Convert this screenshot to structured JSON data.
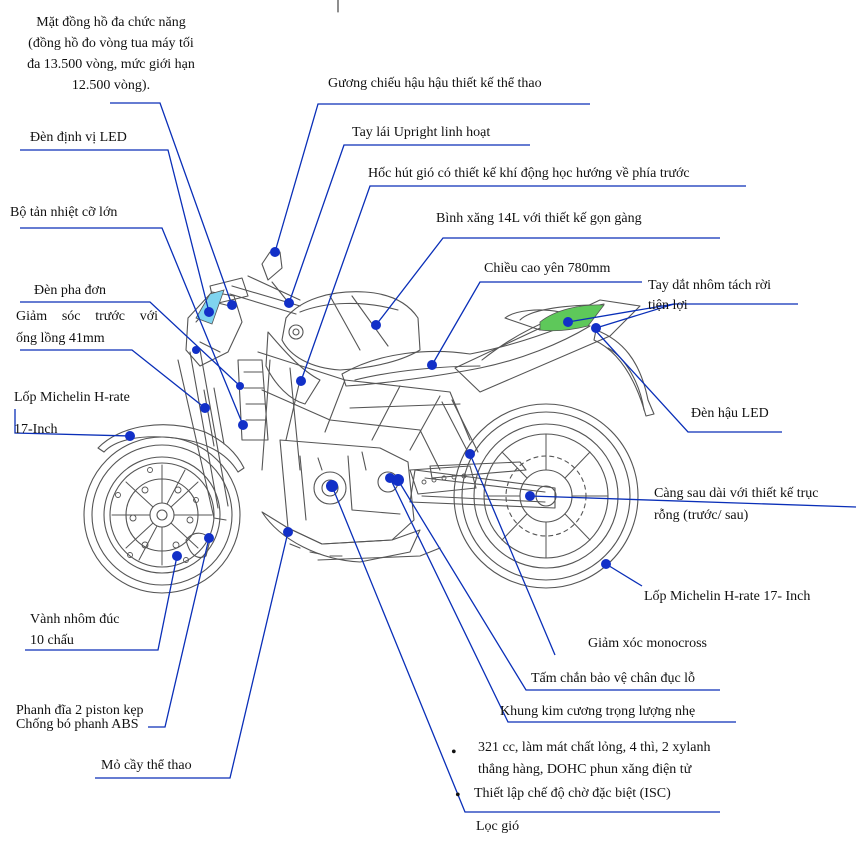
{
  "colors": {
    "leader": "#0a2fb8",
    "dot": "#1230c8",
    "ink": "#555555",
    "accent": "#5ec85a",
    "accent2": "#7fd4ef"
  },
  "labels": {
    "dash": "Mặt đồng hồ đa chức năng (đồng hồ đo vòng tua máy tối đa 13.500 vòng, mức giới hạn 12.500 vòng).",
    "dash_lines": [
      "Mặt đồng hồ đa chức năng",
      "(đồng hồ đo vòng tua máy tối",
      "đa 13.500 vòng, mức giới hạn",
      "12.500 vòng)."
    ],
    "mirror": "Gương chiếu hậu hậu thiết kế thể thao",
    "handlebar": "Tay lái Upright linh hoạt",
    "intake": "Hốc hút gió có thiết kế khí động học hướng về phía trước",
    "tank": "Bình xăng 14L với thiết kế gọn gàng",
    "seat": "Chiều cao yên 780mm",
    "grab_lines": [
      "Tay dắt nhôm tách rời",
      "tiện lợi"
    ],
    "position_led": "Đèn định vị LED",
    "radiator": "Bộ tản nhiệt cỡ lớn",
    "headlight": "Đèn pha đơn",
    "fork_lines": [
      "Giảm sóc trước với",
      "ống lồng 41mm"
    ],
    "front_tire_lines": [
      "Lốp Michelin H-rate",
      "17-Inch"
    ],
    "tail_led": "Đèn hậu LED",
    "swingarm_lines": [
      "Càng sau dài với thiết kế trục",
      "rỗng (trước/ sau)"
    ],
    "rear_tire": "Lốp Michelin H-rate 17- Inch",
    "wheel_lines": [
      "Vành nhôm đúc",
      "10 chấu"
    ],
    "monocross": "Giảm xóc monocross",
    "footguard": "Tấm chắn bảo vệ chân đục lỗ",
    "frame": "Khung kim cương trọng lượng nhẹ",
    "brake_lines": [
      "Phanh đĩa 2 piston kẹp",
      "Chống bó phanh ABS"
    ],
    "engine_lines": [
      "321 cc, làm mát chất lỏng, 4 thì, 2 xylanh",
      "thẳng hàng, DOHC phun xăng điện tử"
    ],
    "isc": "Thiết lập chế độ chờ đặc biệt (ISC)",
    "shifter": "Mỏ cầy thể thao",
    "airfilter": "Lọc gió",
    "bullet": "•"
  }
}
